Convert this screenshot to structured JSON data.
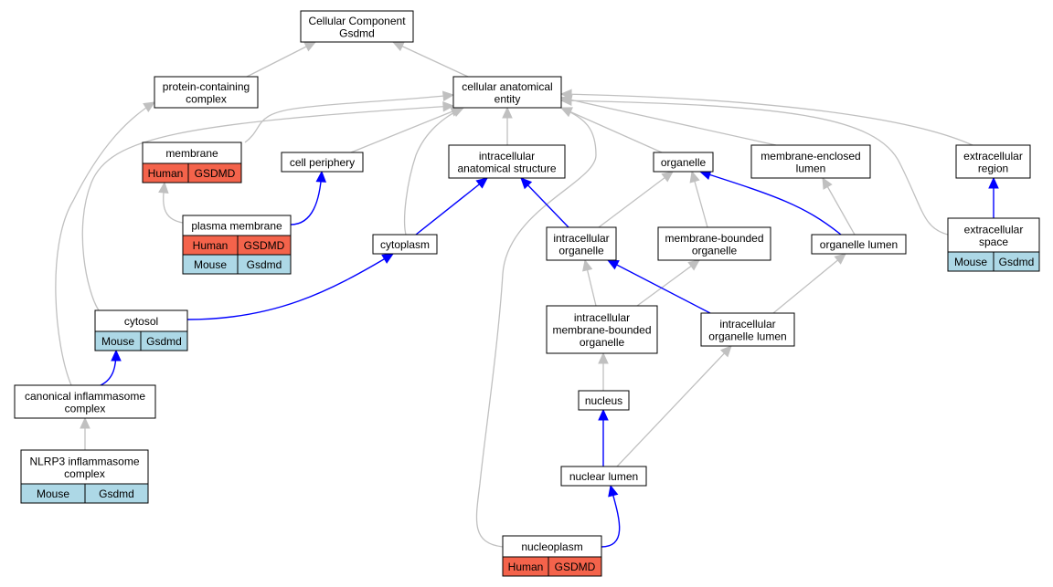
{
  "colors": {
    "human": "#f4634b",
    "mouse": "#add8e6",
    "is_a_edge": "#c0c0c0",
    "part_of_edge": "#0000ff"
  },
  "nodes": {
    "root": {
      "lines": [
        "Cellular Component",
        "Gsdmd"
      ]
    },
    "protein_containing_complex": {
      "lines": [
        "protein-containing",
        "complex"
      ]
    },
    "cellular_anatomical_entity": {
      "lines": [
        "cellular anatomical",
        "entity"
      ]
    },
    "membrane": {
      "lines": [
        "membrane"
      ],
      "annotations": [
        {
          "species": "Human",
          "gene": "GSDMD"
        }
      ]
    },
    "cell_periphery": {
      "lines": [
        "cell periphery"
      ]
    },
    "intracellular_anatomical_structure": {
      "lines": [
        "intracellular",
        "anatomical structure"
      ]
    },
    "organelle": {
      "lines": [
        "organelle"
      ]
    },
    "membrane_enclosed_lumen": {
      "lines": [
        "membrane-enclosed",
        "lumen"
      ]
    },
    "extracellular_region": {
      "lines": [
        "extracellular",
        "region"
      ]
    },
    "plasma_membrane": {
      "lines": [
        "plasma membrane"
      ],
      "annotations": [
        {
          "species": "Human",
          "gene": "GSDMD"
        },
        {
          "species": "Mouse",
          "gene": "Gsdmd"
        }
      ]
    },
    "cytoplasm": {
      "lines": [
        "cytoplasm"
      ]
    },
    "intracellular_organelle": {
      "lines": [
        "intracellular",
        "organelle"
      ]
    },
    "membrane_bounded_organelle": {
      "lines": [
        "membrane-bounded",
        "organelle"
      ]
    },
    "organelle_lumen": {
      "lines": [
        "organelle lumen"
      ]
    },
    "extracellular_space": {
      "lines": [
        "extracellular",
        "space"
      ],
      "annotations": [
        {
          "species": "Mouse",
          "gene": "Gsdmd"
        }
      ]
    },
    "cytosol": {
      "lines": [
        "cytosol"
      ],
      "annotations": [
        {
          "species": "Mouse",
          "gene": "Gsdmd"
        }
      ]
    },
    "intracellular_membrane_bounded_organelle": {
      "lines": [
        "intracellular",
        "membrane-bounded",
        "organelle"
      ]
    },
    "intracellular_organelle_lumen": {
      "lines": [
        "intracellular",
        "organelle lumen"
      ]
    },
    "canonical_inflammasome_complex": {
      "lines": [
        "canonical inflammasome",
        "complex"
      ]
    },
    "nucleus": {
      "lines": [
        "nucleus"
      ]
    },
    "nlrp3_inflammasome_complex": {
      "lines": [
        "NLRP3 inflammasome",
        "complex"
      ],
      "annotations": [
        {
          "species": "Mouse",
          "gene": "Gsdmd"
        }
      ]
    },
    "nuclear_lumen": {
      "lines": [
        "nuclear lumen"
      ]
    },
    "nucleoplasm": {
      "lines": [
        "nucleoplasm"
      ],
      "annotations": [
        {
          "species": "Human",
          "gene": "GSDMD"
        }
      ]
    }
  },
  "edges": [
    {
      "from": "protein_containing_complex",
      "to": "root",
      "relation": "is_a"
    },
    {
      "from": "cellular_anatomical_entity",
      "to": "root",
      "relation": "is_a"
    },
    {
      "from": "membrane",
      "to": "cellular_anatomical_entity",
      "relation": "is_a"
    },
    {
      "from": "cell_periphery",
      "to": "cellular_anatomical_entity",
      "relation": "is_a"
    },
    {
      "from": "intracellular_anatomical_structure",
      "to": "cellular_anatomical_entity",
      "relation": "is_a"
    },
    {
      "from": "organelle",
      "to": "cellular_anatomical_entity",
      "relation": "is_a"
    },
    {
      "from": "membrane_enclosed_lumen",
      "to": "cellular_anatomical_entity",
      "relation": "is_a"
    },
    {
      "from": "extracellular_region",
      "to": "cellular_anatomical_entity",
      "relation": "is_a"
    },
    {
      "from": "cytoplasm",
      "to": "cellular_anatomical_entity",
      "relation": "is_a"
    },
    {
      "from": "cytosol",
      "to": "cellular_anatomical_entity",
      "relation": "is_a"
    },
    {
      "from": "extracellular_space",
      "to": "cellular_anatomical_entity",
      "relation": "is_a"
    },
    {
      "from": "nucleoplasm",
      "to": "cellular_anatomical_entity",
      "relation": "is_a"
    },
    {
      "from": "canonical_inflammasome_complex",
      "to": "protein_containing_complex",
      "relation": "is_a"
    },
    {
      "from": "plasma_membrane",
      "to": "membrane",
      "relation": "is_a"
    },
    {
      "from": "plasma_membrane",
      "to": "cell_periphery",
      "relation": "part_of"
    },
    {
      "from": "cytoplasm",
      "to": "intracellular_anatomical_structure",
      "relation": "part_of"
    },
    {
      "from": "intracellular_organelle",
      "to": "intracellular_anatomical_structure",
      "relation": "part_of"
    },
    {
      "from": "intracellular_organelle",
      "to": "organelle",
      "relation": "is_a"
    },
    {
      "from": "membrane_bounded_organelle",
      "to": "organelle",
      "relation": "is_a"
    },
    {
      "from": "organelle_lumen",
      "to": "organelle",
      "relation": "part_of"
    },
    {
      "from": "organelle_lumen",
      "to": "membrane_enclosed_lumen",
      "relation": "is_a"
    },
    {
      "from": "extracellular_space",
      "to": "extracellular_region",
      "relation": "part_of"
    },
    {
      "from": "cytosol",
      "to": "cytoplasm",
      "relation": "part_of"
    },
    {
      "from": "intracellular_membrane_bounded_organelle",
      "to": "intracellular_organelle",
      "relation": "is_a"
    },
    {
      "from": "intracellular_membrane_bounded_organelle",
      "to": "membrane_bounded_organelle",
      "relation": "is_a"
    },
    {
      "from": "intracellular_organelle_lumen",
      "to": "intracellular_organelle",
      "relation": "part_of"
    },
    {
      "from": "intracellular_organelle_lumen",
      "to": "organelle_lumen",
      "relation": "is_a"
    },
    {
      "from": "canonical_inflammasome_complex",
      "to": "cytosol",
      "relation": "part_of"
    },
    {
      "from": "nlrp3_inflammasome_complex",
      "to": "canonical_inflammasome_complex",
      "relation": "is_a"
    },
    {
      "from": "nucleus",
      "to": "intracellular_membrane_bounded_organelle",
      "relation": "is_a"
    },
    {
      "from": "nuclear_lumen",
      "to": "nucleus",
      "relation": "part_of"
    },
    {
      "from": "nuclear_lumen",
      "to": "intracellular_organelle_lumen",
      "relation": "is_a"
    },
    {
      "from": "nucleoplasm",
      "to": "nuclear_lumen",
      "relation": "part_of"
    }
  ]
}
